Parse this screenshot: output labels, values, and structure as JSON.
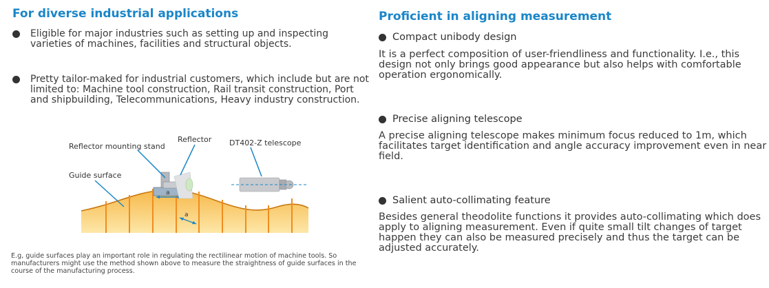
{
  "left": {
    "title": "For diverse industrial applications",
    "bullets": [
      "Eligible for major industries such as setting up and inspecting varieties of machines, facilities and structural objects.",
      "Pretty tailor-maked for industrial customers, which include but are not limited to: Machine tool construction, Rail transit construction, Port and shipbuilding, Telecommunications, Heavy industry construction."
    ],
    "diagram": {
      "labels": {
        "mounting_stand": "Reflector mounting stand",
        "reflector": "Reflector",
        "telescope": "DT402-Z telescope",
        "guide_surface": "Guide surface",
        "dimension_a": "a"
      }
    },
    "caption": "E.g, guide surfaces play an important role in regulating the rectilinear motion of machine tools. So manufacturers might use the method shown above to measure the straightness of guide surfaces in the course of the manufacturing process."
  },
  "right": {
    "title": "Proficient in aligning measurement",
    "features": [
      {
        "title": "Compact unibody design",
        "body": "It is a perfect composition of user-friendliness and functionality. I.e., this design not only brings good appearance but also helps with comfortable operation ergonomically."
      },
      {
        "title": "Precise aligning telescope",
        "body": "A precise aligning telescope makes minimum focus reduced to 1m, which facilitates target identification and angle accuracy improvement even in near field."
      },
      {
        "title": "Salient auto-collimating feature",
        "body": "Besides general theodolite functions it provides auto-collimating which does apply to aligning measurement. Even if quite small tilt changes of target happen they can also be measured precisely and thus the target can be adjusted accurately."
      }
    ]
  },
  "colors": {
    "heading": "#1a86c8",
    "surface_fill": "#fbd97a",
    "surface_lines": "#f08c1e",
    "leader_lines": "#1a86c8"
  }
}
